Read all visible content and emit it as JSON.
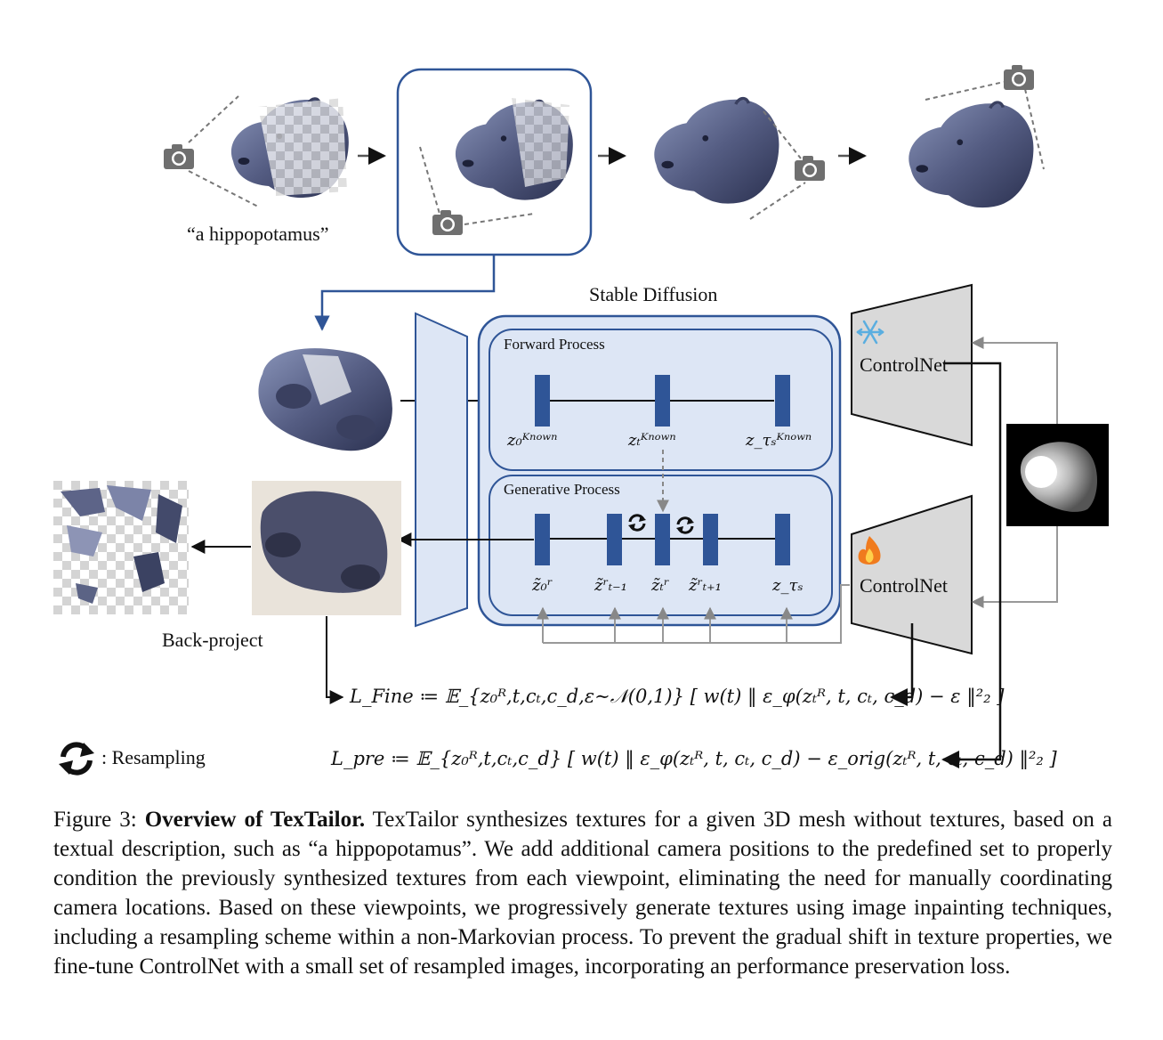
{
  "figure": {
    "prompt": "“a hippopotamus”",
    "stable_diffusion_title": "Stable Diffusion",
    "forward_process_label": "Forward Process",
    "generative_process_label": "Generative Process",
    "controlnet_top_label": "ControlNet",
    "controlnet_bottom_label": "ControlNet",
    "back_project_label": "Back-project",
    "resampling_legend": ": Resampling",
    "forward_latents": [
      "z₀ᴷⁿᵒʷⁿ",
      "zₜᴷⁿᵒʷⁿ",
      "z_τₛᴷⁿᵒʷⁿ"
    ],
    "generative_latents": [
      "z̃₀ʳ",
      "z̃ʳₜ₋₁",
      "z̃ₜʳ",
      "z̃ʳₜ₊₁",
      "z_τₛ"
    ],
    "loss_fine": "L_Fine ≔ 𝔼_{z₀ᴿ,t,cₜ,c_d,ε∼𝒩(0,1)} [ w(t) ‖ ε_φ(zₜᴿ, t, cₜ, c_d) − ε ‖²₂ ]",
    "loss_pre": "L_pre ≔ 𝔼_{z₀ᴿ,t,cₜ,c_d} [ w(t) ‖ ε_φ(zₜᴿ, t, cₜ, c_d) − ε_orig(zₜᴿ, t, cₜ, c_d) ‖²₂ ]",
    "icons": [
      "camera-icon",
      "snowflake-icon",
      "fire-icon",
      "resample-icon"
    ],
    "colors": {
      "block_fill": "#dde6f5",
      "block_stroke": "#2f5597",
      "latent_bar": "#2f5597",
      "controlnet_fill": "#d9d9d9"
    }
  },
  "caption": {
    "figure_number": "Figure 3:",
    "title": "Overview of TexTailor.",
    "text": "TexTailor synthesizes textures for a given 3D mesh without textures, based on a textual description, such as “a hippopotamus”. We add additional camera positions to the predefined set to properly condition the previously synthesized textures from each viewpoint, eliminating the need for manually coordinating camera locations. Based on these viewpoints, we progressively generate textures using image inpainting techniques, including a resampling scheme within a non-Markovian process. To prevent the gradual shift in texture properties, we fine-tune ControlNet with a small set of resampled images, incorporating an performance preservation loss."
  }
}
